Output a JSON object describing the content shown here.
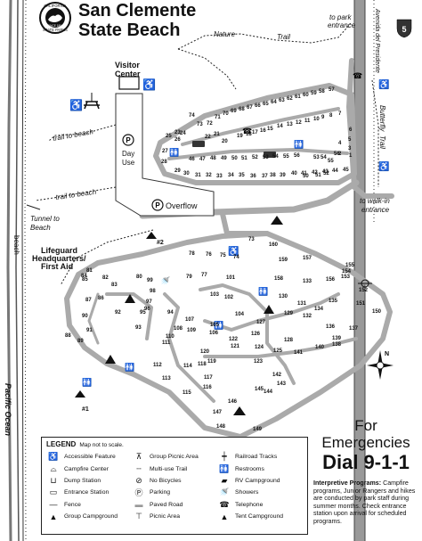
{
  "title_line1": "San Clemente",
  "title_line2": "State Beach",
  "logo": {
    "top": "CALIFORNIA",
    "bottom": "STATE PARKS",
    "center": "SINCE 1864"
  },
  "highway": "5",
  "labels": {
    "visitor1": "Visitor",
    "visitor2": "Center",
    "dayuse1": "Day",
    "dayuse2": "Use",
    "overflow": "Overflow",
    "nature": "Nature",
    "trail": "Trail",
    "topark1": "to park",
    "topark2": "entrance",
    "avenida": "Avenida del Presidente",
    "butterfly": "Butterfly",
    "butterfly_trail": "Trail",
    "trailtobeach": "trail to beach",
    "trailtobeach2": "trail to beach",
    "tunnel1": "Tunnel to",
    "tunnel2": "Beach",
    "beach": "beach",
    "walkin1": "to walk-in",
    "walkin2": "entrance",
    "lifeguard1": "Lifeguard",
    "lifeguard2": "Headquarters/",
    "lifeguard3": "First Aid",
    "pacific": "Pacific Ocean",
    "group1": "#1",
    "group2": "#2"
  },
  "north": "N",
  "sites": [
    [
      "72",
      232,
      140
    ],
    [
      "71",
      241,
      133
    ],
    [
      "70",
      250,
      129
    ],
    [
      "69",
      259,
      126
    ],
    [
      "68",
      268,
      124
    ],
    [
      "67",
      277,
      122
    ],
    [
      "66",
      286,
      120
    ],
    [
      "65",
      295,
      118
    ],
    [
      "64",
      304,
      116
    ],
    [
      "63",
      313,
      114
    ],
    [
      "62",
      322,
      112
    ],
    [
      "61",
      331,
      110
    ],
    [
      "60",
      340,
      108
    ],
    [
      "59",
      349,
      106
    ],
    [
      "58",
      358,
      104
    ],
    [
      "57",
      369,
      102
    ],
    [
      "73",
      221,
      141
    ],
    [
      "74",
      212,
      131
    ],
    [
      "23",
      196,
      150
    ],
    [
      "24",
      202,
      151
    ],
    [
      "25",
      186,
      154
    ],
    [
      "26",
      196,
      158
    ],
    [
      "22",
      230,
      155
    ],
    [
      "21",
      240,
      152
    ],
    [
      "20",
      249,
      160
    ],
    [
      "19",
      266,
      154
    ],
    [
      "18",
      276,
      152
    ],
    [
      "17",
      283,
      150
    ],
    [
      "16",
      292,
      148
    ],
    [
      "15",
      300,
      146
    ],
    [
      "14",
      311,
      143
    ],
    [
      "13",
      322,
      141
    ],
    [
      "12",
      332,
      139
    ],
    [
      "11",
      342,
      137
    ],
    [
      "10",
      352,
      135
    ],
    [
      "9",
      361,
      133
    ],
    [
      "8",
      370,
      131
    ],
    [
      "7",
      380,
      129
    ],
    [
      "27",
      182,
      171
    ],
    [
      "28",
      181,
      183
    ],
    [
      "29",
      196,
      193
    ],
    [
      "30",
      206,
      196
    ],
    [
      "31",
      219,
      198
    ],
    [
      "32",
      231,
      198
    ],
    [
      "33",
      243,
      199
    ],
    [
      "34",
      256,
      198
    ],
    [
      "35",
      268,
      198
    ],
    [
      "36",
      281,
      199
    ],
    [
      "37",
      294,
      199
    ],
    [
      "38",
      303,
      198
    ],
    [
      "39",
      314,
      198
    ],
    [
      "40",
      327,
      196
    ],
    [
      "41",
      338,
      196
    ],
    [
      "42",
      350,
      195
    ],
    [
      "43",
      362,
      194
    ],
    [
      "44",
      373,
      193
    ],
    [
      "45",
      385,
      192
    ],
    [
      "46",
      212,
      180
    ],
    [
      "47",
      224,
      180
    ],
    [
      "48",
      236,
      179
    ],
    [
      "49",
      248,
      179
    ],
    [
      "50",
      260,
      179
    ],
    [
      "51",
      271,
      179
    ],
    [
      "52",
      283,
      178
    ],
    [
      "53",
      295,
      178
    ],
    [
      "54",
      306,
      177
    ],
    [
      "55",
      318,
      177
    ],
    [
      "56",
      330,
      176
    ],
    [
      "6",
      392,
      147
    ],
    [
      "5",
      391,
      158
    ],
    [
      "4",
      380,
      162
    ],
    [
      "3",
      391,
      168
    ],
    [
      "2",
      380,
      174
    ],
    [
      "1",
      392,
      176
    ],
    [
      "50",
      340,
      199
    ],
    [
      "51",
      354,
      198
    ],
    [
      "52",
      363,
      196
    ],
    [
      "53",
      352,
      178
    ],
    [
      "54",
      360,
      178
    ],
    [
      "55",
      368,
      182
    ],
    [
      "56",
      375,
      174
    ],
    [
      "73",
      279,
      270
    ],
    [
      "160",
      302,
      276
    ],
    [
      "159",
      313,
      293
    ],
    [
      "157",
      340,
      291
    ],
    [
      "78",
      212,
      286
    ],
    [
      "76",
      231,
      287
    ],
    [
      "75",
      247,
      288
    ],
    [
      "74",
      262,
      290
    ],
    [
      "81",
      97,
      305
    ],
    [
      "82",
      115,
      313
    ],
    [
      "83",
      125,
      321
    ],
    [
      "84",
      91,
      311
    ],
    [
      "85",
      92,
      315
    ],
    [
      "86",
      110,
      336
    ],
    [
      "87",
      96,
      338
    ],
    [
      "88",
      73,
      378
    ],
    [
      "89",
      87,
      384
    ],
    [
      "90",
      92,
      356
    ],
    [
      "91",
      97,
      372
    ],
    [
      "80",
      153,
      312
    ],
    [
      "99",
      165,
      316
    ],
    [
      "98",
      168,
      328
    ],
    [
      "97",
      164,
      340
    ],
    [
      "96",
      162,
      348
    ],
    [
      "95",
      157,
      352
    ],
    [
      "94",
      188,
      352
    ],
    [
      "93",
      152,
      369
    ],
    [
      "92",
      129,
      352
    ],
    [
      "79",
      209,
      312
    ],
    [
      "77",
      226,
      310
    ],
    [
      "101",
      254,
      313
    ],
    [
      "102",
      252,
      335
    ],
    [
      "103",
      236,
      332
    ],
    [
      "104",
      264,
      354
    ],
    [
      "105",
      236,
      366
    ],
    [
      "106",
      235,
      375
    ],
    [
      "107",
      208,
      360
    ],
    [
      "108",
      195,
      370
    ],
    [
      "109",
      210,
      372
    ],
    [
      "110",
      186,
      379
    ],
    [
      "111",
      182,
      386
    ],
    [
      "112",
      172,
      411
    ],
    [
      "113",
      182,
      426
    ],
    [
      "114",
      206,
      412
    ],
    [
      "115",
      205,
      442
    ],
    [
      "116",
      228,
      436
    ],
    [
      "117",
      229,
      425
    ],
    [
      "118",
      222,
      410
    ],
    [
      "119",
      233,
      407
    ],
    [
      "120",
      225,
      396
    ],
    [
      "121",
      259,
      390
    ],
    [
      "122",
      257,
      382
    ],
    [
      "123",
      285,
      407
    ],
    [
      "124",
      286,
      391
    ],
    [
      "125",
      307,
      395
    ],
    [
      "126",
      282,
      376
    ],
    [
      "127",
      288,
      363
    ],
    [
      "128",
      319,
      383
    ],
    [
      "129",
      319,
      353
    ],
    [
      "130",
      313,
      334
    ],
    [
      "131",
      334,
      342
    ],
    [
      "132",
      340,
      356
    ],
    [
      "133",
      340,
      317
    ],
    [
      "134",
      353,
      348
    ],
    [
      "135",
      369,
      339
    ],
    [
      "136",
      366,
      368
    ],
    [
      "137",
      392,
      370
    ],
    [
      "138",
      373,
      388
    ],
    [
      "139",
      373,
      381
    ],
    [
      "140",
      354,
      391
    ],
    [
      "141",
      330,
      397
    ],
    [
      "142",
      306,
      422
    ],
    [
      "143",
      311,
      432
    ],
    [
      "144",
      296,
      441
    ],
    [
      "145",
      286,
      438
    ],
    [
      "146",
      256,
      452
    ],
    [
      "147",
      239,
      464
    ],
    [
      "148",
      243,
      480
    ],
    [
      "149",
      284,
      483
    ],
    [
      "150",
      418,
      351
    ],
    [
      "151",
      400,
      342
    ],
    [
      "152",
      403,
      327
    ],
    [
      "153",
      383,
      312
    ],
    [
      "154",
      384,
      306
    ],
    [
      "155",
      388,
      299
    ],
    [
      "156",
      366,
      315
    ],
    [
      "158",
      308,
      314
    ]
  ],
  "legend": {
    "title": "LEGEND",
    "note": "Map not to scale.",
    "col1": [
      "Accessible Feature",
      "Campfire Center",
      "Dump Station",
      "Entrance Station",
      "Fence",
      "Group Campground"
    ],
    "col2": [
      "Group Picnic Area",
      "Multi-use Trail",
      "No Bicycles",
      "Parking",
      "Paved Road",
      "Picnic Area"
    ],
    "col3": [
      "Railroad Tracks",
      "Restrooms",
      "RV Campground",
      "Showers",
      "Telephone",
      "Tent Campground"
    ]
  },
  "emergency": {
    "line1": "For",
    "line2": "Emergencies",
    "line3": "Dial 9-1-1"
  },
  "interpretive": {
    "heading": "Interpretive Programs:",
    "body": " Campfire programs, Junior Rangers and hikes are conducted by park staff during summer months. Check entrance station upon arrival for scheduled programs."
  }
}
